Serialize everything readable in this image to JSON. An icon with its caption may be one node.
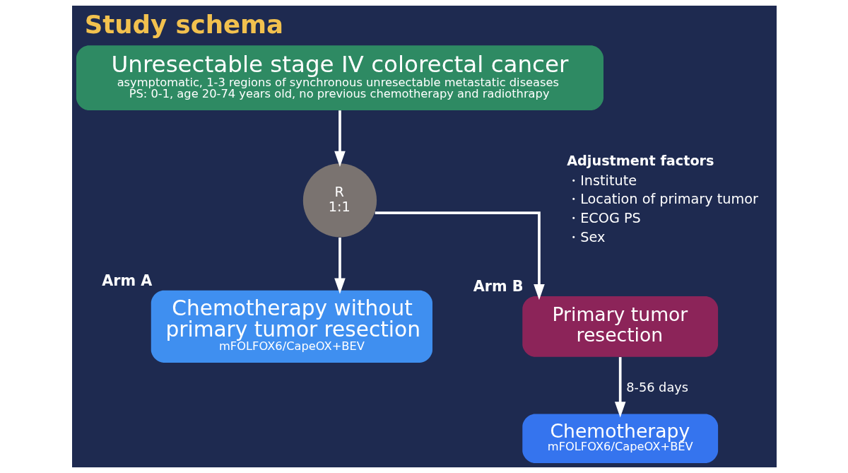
{
  "diagram": {
    "title": "Study schema",
    "nodes": [
      {
        "text": [
          "Unresectable stage IV colorectal cancer",
          "asymptomatic, 1-3 regions of synchronous unresectable metastatic diseases",
          "PS: 0-1, age 20-74 years old, no previous chemotherapy and radiothrapy"
        ]
      },
      {
        "text": [
          "R",
          "1:1"
        ]
      },
      {
        "text": [
          "Chemotherapy without primary tumor resection",
          "mFOLFOX6/CapeOX+BEV"
        ],
        "beside": [
          "Arm A"
        ]
      },
      {
        "text": [
          "Primary tumor resection"
        ],
        "beside": [
          "Arm B"
        ]
      },
      {
        "text": [
          "Chemotherapy",
          "mFOLFOX6/CapeOX+BEV"
        ]
      }
    ],
    "edges": [
      {
        "from": 0,
        "to": 1,
        "arrow": "to"
      },
      {
        "from": 1,
        "to": 2,
        "arrow": "to"
      },
      {
        "from": 1,
        "to": 3,
        "arrow": "to"
      },
      {
        "from": 3,
        "to": 4,
        "label": "8-56 days",
        "arrow": "to"
      }
    ],
    "labels": [
      "Adjustment factors",
      "・Institute",
      "・Location of primary tumor",
      "・ECOG PS",
      "・Sex"
    ]
  }
}
